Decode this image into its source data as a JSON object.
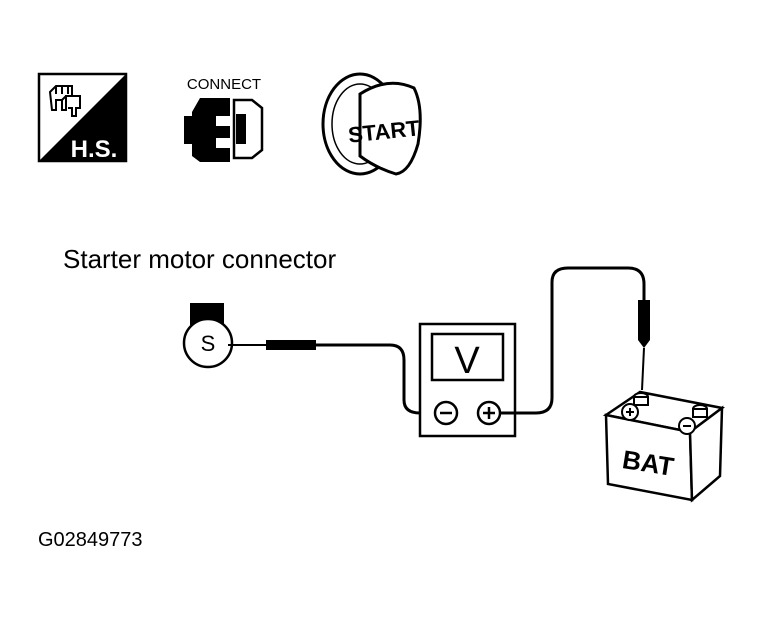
{
  "icons": {
    "hs_label": "H.S.",
    "connect_label": "CONNECT",
    "key_label": "START"
  },
  "diagram": {
    "title": "Starter motor connector",
    "terminal_label": "S",
    "meter_label": "V",
    "battery_label": "BAT",
    "figure_id": "G02849773"
  },
  "colors": {
    "ink": "#000000",
    "paper": "#ffffff"
  }
}
